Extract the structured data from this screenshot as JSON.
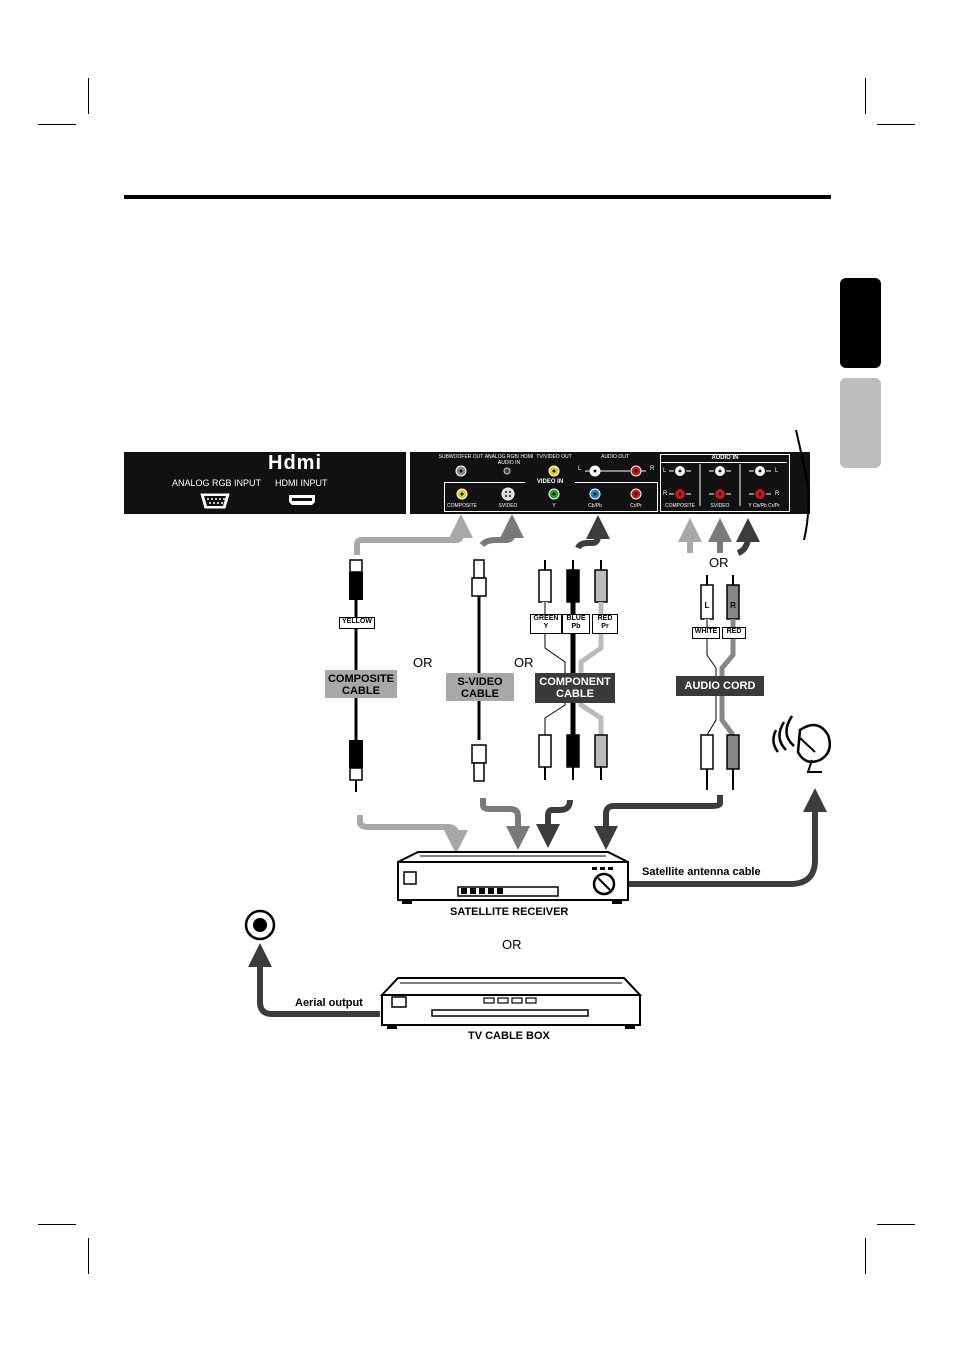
{
  "tv_panel": {
    "hdmi_logo": "Hdmi",
    "analog_rgb_input": "ANALOG RGB INPUT",
    "hdmi_input": "HDMI INPUT",
    "subwoofer_out": "SUBWOOFER OUT",
    "analog_rgb_hdmi_audio_in": "ANALOG RGB/ HDMI AUDIO IN",
    "tv_video_out": "TV/VIDEO OUT",
    "audio_out": "AUDIO OUT",
    "video_in": "VIDEO IN",
    "audio_in": "AUDIO IN",
    "composite": "COMPOSITE",
    "svideo": "SVIDEO",
    "y": "Y",
    "cb_pb": "Cb/Pb",
    "cr_pr": "Cr/Pr",
    "ycbpbcrpr": "Y Cb/Pb Cr/Pr",
    "l": "L",
    "r": "R"
  },
  "cables": {
    "yellow_tag": "YELLOW",
    "composite_label_1": "COMPOSITE",
    "composite_label_2": "CABLE",
    "svideo_label_1": "S-VIDEO",
    "svideo_label_2": "CABLE",
    "green_tag_1": "GREEN",
    "green_tag_2": "Y",
    "blue_tag_1": "BLUE",
    "blue_tag_2": "Pb",
    "red_tag_1": "RED",
    "red_tag_2": "Pr",
    "component_label_1": "COMPONENT",
    "component_label_2": "CABLE",
    "white_tag": "WHITE",
    "red_tag": "RED",
    "audio_l": "L",
    "audio_r": "R",
    "audio_cord_label": "AUDIO CORD",
    "or_1": "OR",
    "or_2": "OR",
    "or_audio": "OR"
  },
  "devices": {
    "satellite_antenna_cable": "Satellite antenna cable",
    "satellite_receiver": "SATELLITE RECEIVER",
    "or_devices": "OR",
    "aerial_output": "Aerial output",
    "tv_cable_box": "TV CABLE BOX"
  },
  "colors": {
    "panel": "#111111",
    "tab_dark": "#000000",
    "tab_light": "#bdbdbd",
    "arrow_light": "#a8a8a8",
    "arrow_mid": "#7a7a7a",
    "arrow_dark": "#3c3c3c",
    "jack_red": "#c81818",
    "jack_yellow": "#e0d020",
    "jack_green": "#20a020",
    "jack_blue": "#2080c0",
    "label_gray": "#a8a8a8",
    "label_dark": "#3a3a3a"
  }
}
